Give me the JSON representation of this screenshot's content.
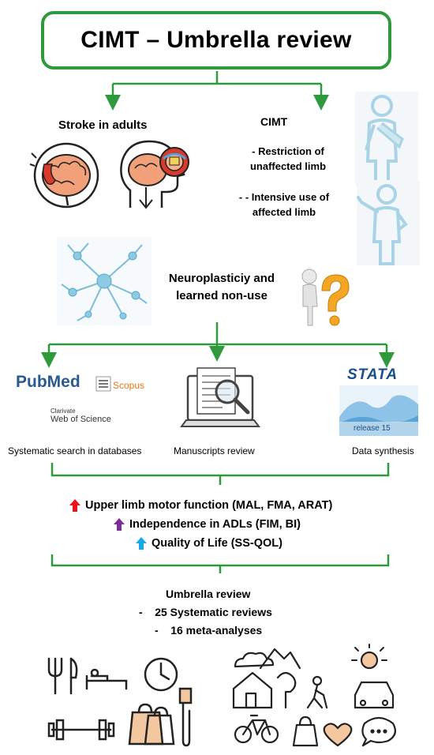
{
  "title": "CIMT – Umbrella review",
  "stroke_label": "Stroke in adults",
  "cimt": {
    "heading": "CIMT",
    "items": [
      "-    Restriction of unaffected limb",
      "-   - Intensive use of affected limb"
    ]
  },
  "neuro_label": "Neuroplasticiy and learned non-use",
  "databases": {
    "pubmed": "PubMed",
    "scopus": "Scopus",
    "clarivate": "Clarivate",
    "wos": "Web of Science"
  },
  "stata": {
    "logo": "STATA",
    "release": "release 15"
  },
  "steps": [
    "Systematic search in databases",
    "Manuscripts review",
    "Data synthesis"
  ],
  "outcomes": [
    {
      "text": "Upper limb motor function (MAL, FMA, ARAT)",
      "color": "#e8141a"
    },
    {
      "text": "Independence in ADLs (FIM, BI)",
      "color": "#7a2e9c"
    },
    {
      "text": "Quality of Life (SS-QOL)",
      "color": "#1aa7e8"
    }
  ],
  "result": {
    "heading": "Umbrella review",
    "items": [
      "-    25 Systematic reviews",
      "-    16 meta-analyses"
    ]
  },
  "colors": {
    "green": "#2e9a3c",
    "brain_pink": "#f2a07a",
    "brain_red": "#d93a2b",
    "person_blue": "#a9d3e6"
  }
}
